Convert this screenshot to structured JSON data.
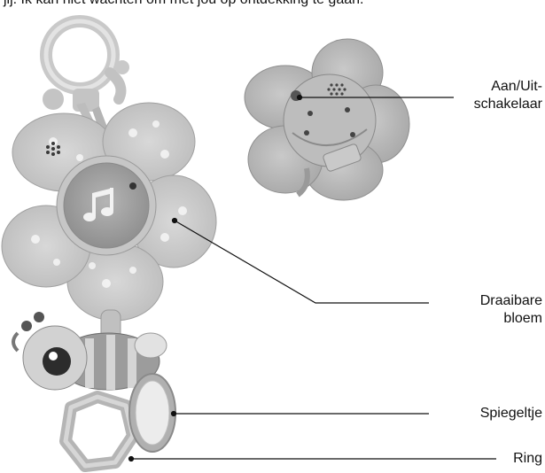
{
  "intro_text": "jij. Ik kan niet wachten om met jou op ontdekking te gaan.",
  "labels": {
    "power_switch_line1": "Aan/Uit-",
    "power_switch_line2": "schakelaar",
    "rotating_flower_line1": "Draaibare",
    "rotating_flower_line2": "bloem",
    "mirror": "Spiegeltje",
    "ring": "Ring"
  },
  "colors": {
    "toy_light": "#cfcfcf",
    "toy_mid": "#a9a9a9",
    "toy_dark": "#7a7a7a",
    "leader_line": "#111111"
  }
}
